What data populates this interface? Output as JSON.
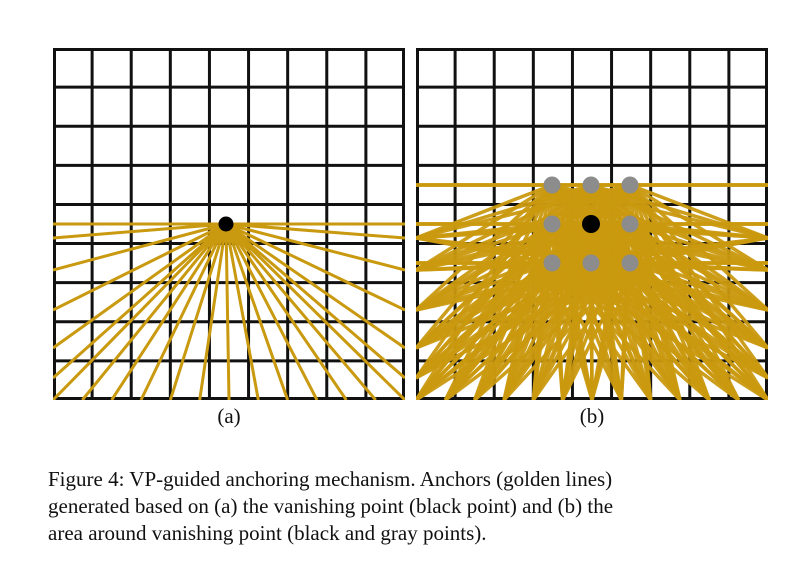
{
  "figure": {
    "panels": [
      {
        "id": "a",
        "label": "(a)"
      },
      {
        "id": "b",
        "label": "(b)"
      }
    ],
    "caption_lines": [
      "Figure 4: VP-guided anchoring mechanism. Anchors (golden lines)",
      "generated based on (a) the vanishing point (black point) and (b) the",
      "area around vanishing point (black and gray points)."
    ],
    "colors": {
      "grid": "#111111",
      "anchor": "#c9990f",
      "vanishing_point": "#000000",
      "area_points": "#8c8c8c"
    }
  }
}
